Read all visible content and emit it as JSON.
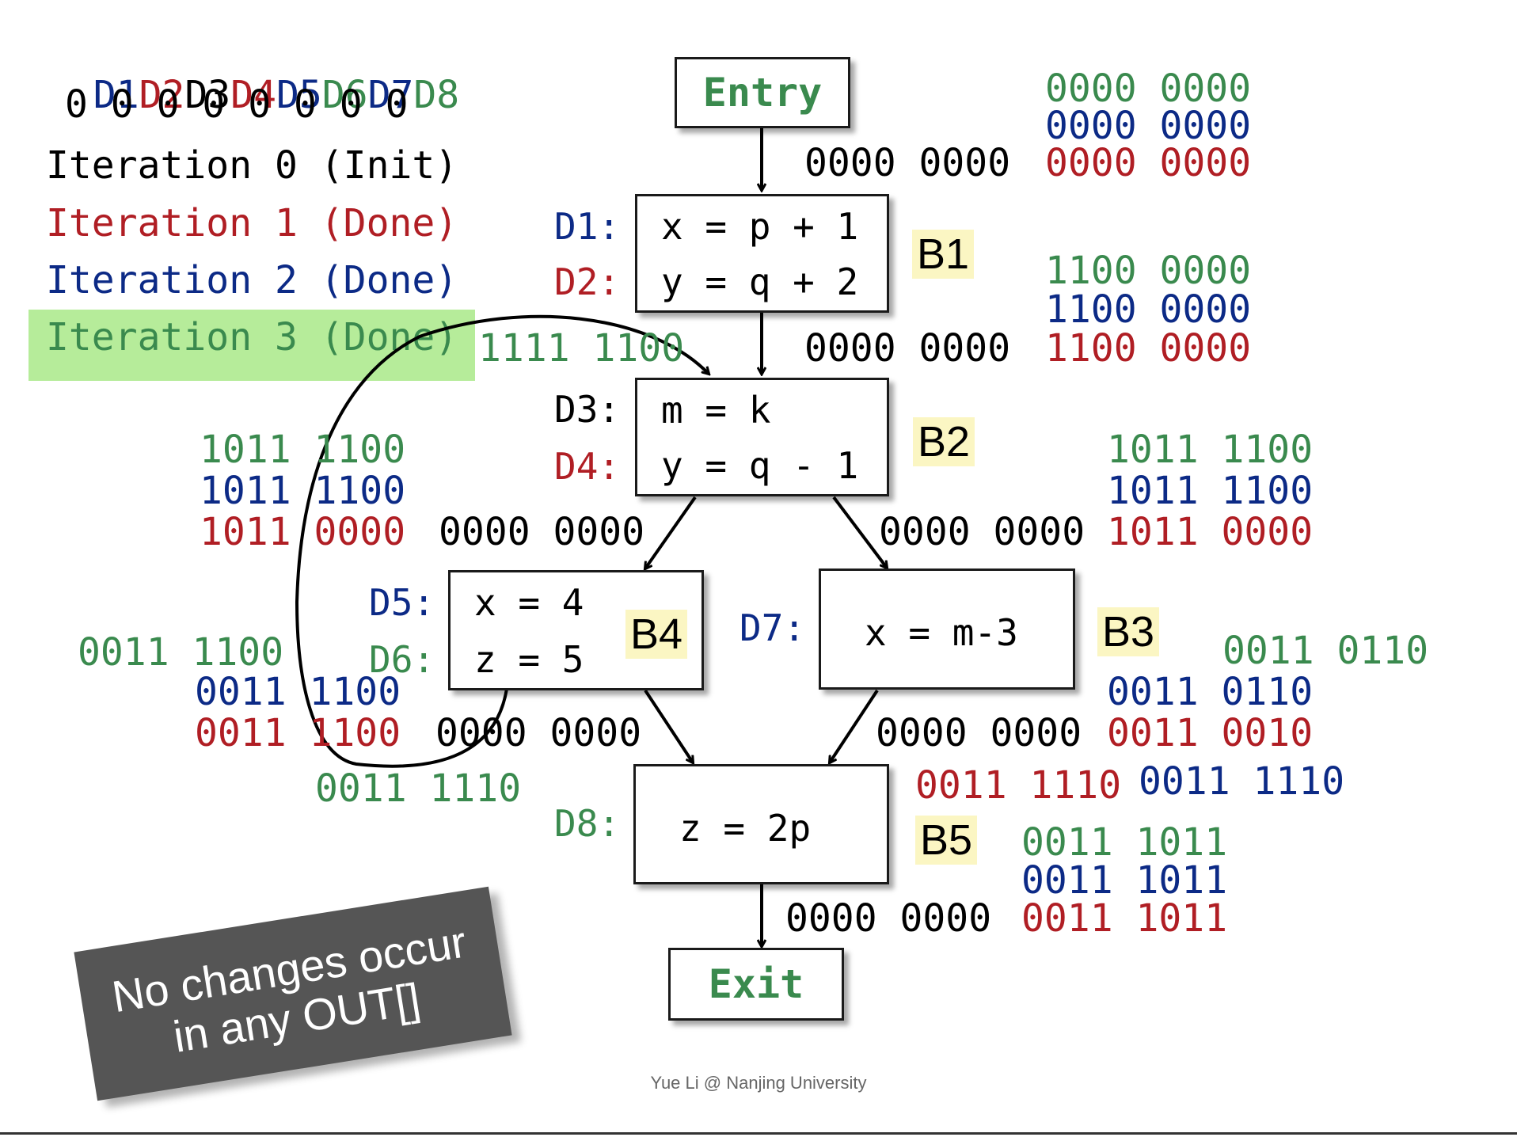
{
  "legend": {
    "defs": [
      {
        "text": "D1",
        "color": "#0c2a86"
      },
      {
        "text": "D2",
        "color": "#b01e24"
      },
      {
        "text": "D3",
        "color": "#000000"
      },
      {
        "text": "D4",
        "color": "#b01e24"
      },
      {
        "text": "D5",
        "color": "#0c2a86"
      },
      {
        "text": "D6",
        "color": "#3a8a4e"
      },
      {
        "text": "D7",
        "color": "#0c2a86"
      },
      {
        "text": "D8",
        "color": "#3a8a4e"
      }
    ],
    "bits": "0 0 0 0 0 0 0 0",
    "iterations": [
      "Iteration 0 (Init)",
      "Iteration 1 (Done)",
      "Iteration 2 (Done)",
      "Iteration 3 (Done)"
    ]
  },
  "nodes": {
    "entry": "Entry",
    "exit": "Exit",
    "b1": {
      "label": "B1",
      "def1": "D1:",
      "def2": "D2:",
      "line1": "x = p + 1",
      "line2": "y = q + 2"
    },
    "b2": {
      "label": "B2",
      "def1": "D3:",
      "def2": "D4:",
      "line1": "m = k",
      "line2": "y = q - 1"
    },
    "b3": {
      "label": "B3",
      "def1": "D7:",
      "line1": "x = m-3"
    },
    "b4": {
      "label": "B4",
      "def1": "D5:",
      "def2": "D6:",
      "line1": "x = 4",
      "line2": "z = 5"
    },
    "b5": {
      "label": "B5",
      "def1": "D8:",
      "line1": "z = 2p"
    }
  },
  "bitvectors": {
    "entry_out": {
      "green": "0000 0000",
      "blue": "0000 0000",
      "red": "0000 0000",
      "init": "0000 0000"
    },
    "b1_out": {
      "green": "1100 0000",
      "blue": "1100 0000",
      "red": "1100 0000",
      "init": "0000 0000"
    },
    "b1_back_in": "1111 1100",
    "b2_to_b4": {
      "green": "1011 1100",
      "blue": "1011 1100",
      "red": "1011 0000",
      "init": "0000 0000"
    },
    "b2_to_b3": {
      "green": "1011 1100",
      "blue": "1011 1100",
      "red": "1011 0000",
      "init": "0000 0000"
    },
    "b4_out": {
      "green": "0011 1100",
      "blue": "0011 1100",
      "red": "0011 1100",
      "init": "0000 0000"
    },
    "b4_back": "0011 1110",
    "b3_out": {
      "green": "0011 0110",
      "blue": "0011 0110",
      "red": "0011 0010",
      "init": "0000 0000"
    },
    "b5_in": {
      "red": "0011 1110",
      "blue": "0011 1110"
    },
    "b5_out": {
      "green": "0011 1011",
      "blue": "0011 1011",
      "red": "0011 1011",
      "init": "0000 0000"
    }
  },
  "note": {
    "line1": "No changes occur",
    "line2": "in any OUT[]"
  },
  "footer": "Yue Li @ Nanjing University"
}
